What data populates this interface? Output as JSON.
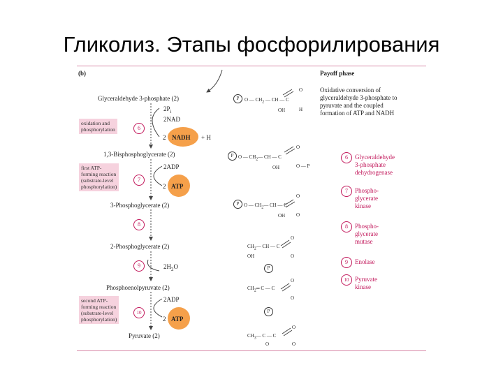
{
  "title": "Гликолиз. Этапы фосфорилирования",
  "header": {
    "panel": "(b)",
    "phase": "Payoff phase"
  },
  "payoff_desc": [
    "Oxidative conversion of",
    "glyceraldehyde 3-phosphate to",
    "pyruvate and the coupled",
    "formation of ATP and NADH"
  ],
  "metabolites": {
    "g3p": "Glyceraldehyde 3-phosphate (2)",
    "bpg": "1,3-Bisphosphoglycerate (2)",
    "pg3": "3-Phosphoglycerate (2)",
    "pg2": "2-Phosphoglycerate (2)",
    "pep": "Phosphoenolpyruvate (2)",
    "pyr": "Pyruvate (2)"
  },
  "cofactors": {
    "pi": "2P",
    "pi_sub": "i",
    "nad": "2NAD",
    "nadh_2": "2",
    "nadh": "NADH",
    "h": "+ H",
    "adp1": "2ADP",
    "atp1_2": "2",
    "atp1": "ATP",
    "h2o": "2H",
    "h2o_2": "2",
    "h2o_o": "O",
    "adp2": "2ADP",
    "atp2_2": "2",
    "atp2": "ATP"
  },
  "boxes": {
    "ox": [
      "oxidation and",
      "phosphorylation"
    ],
    "atp1": [
      "first ATP-",
      "forming reaction",
      "(substrate-level",
      "phosphorylation)"
    ],
    "atp2": [
      "second ATP-",
      "forming reaction",
      "(substrate-level",
      "phosphorylation)"
    ]
  },
  "step_numbers": [
    "6",
    "7",
    "8",
    "9",
    "10"
  ],
  "enzymes": [
    {
      "num": "6",
      "lines": [
        "Glyceraldehyde",
        "3-phosphate",
        "dehydrogenase"
      ]
    },
    {
      "num": "7",
      "lines": [
        "Phospho-",
        "glycerate",
        "kinase"
      ]
    },
    {
      "num": "8",
      "lines": [
        "Phospho-",
        "glycerate",
        "mutase"
      ]
    },
    {
      "num": "9",
      "lines": [
        "Enolase"
      ]
    },
    {
      "num": "10",
      "lines": [
        "Pyruvate",
        "kinase"
      ]
    }
  ],
  "structures": {
    "g3p": {
      "p": "P",
      "chain": "O — CH",
      "sub2": "2",
      "dash": "—",
      "ch": "CH",
      "c": "C",
      "oh": "OH",
      "o": "O",
      "h": "H"
    },
    "bpg": {
      "p": "P",
      "chain": "O — CH",
      "sub2": "2",
      "chain2": "— CH — C",
      "oh": "OH",
      "o": "O",
      "o2": "O — P"
    },
    "pg3": {
      "p": "P",
      "chain": "O — CH",
      "sub2": "2",
      "chain2": "— CH — C",
      "oh": "OH",
      "o": "O",
      "om": "O"
    },
    "pg2": {
      "chain": "CH",
      "sub2": "2",
      "chain2": "— CH — C",
      "oh": "OH",
      "o": "O",
      "om": "O",
      "p": "P"
    },
    "pep": {
      "chain": "CH",
      "sub2": "2",
      "chain2": "═ C — C",
      "o": "O",
      "om": "O",
      "p": "P"
    },
    "pyr": {
      "chain": "CH",
      "sub3": "3",
      "chain2": "— C — C",
      "o": "O",
      "o2": "O",
      "om": "O"
    }
  },
  "colors": {
    "accent": "#c2185b",
    "box": "#f6d2de",
    "atp_circle": "#f5a04a",
    "rule": "#d88aa8"
  }
}
